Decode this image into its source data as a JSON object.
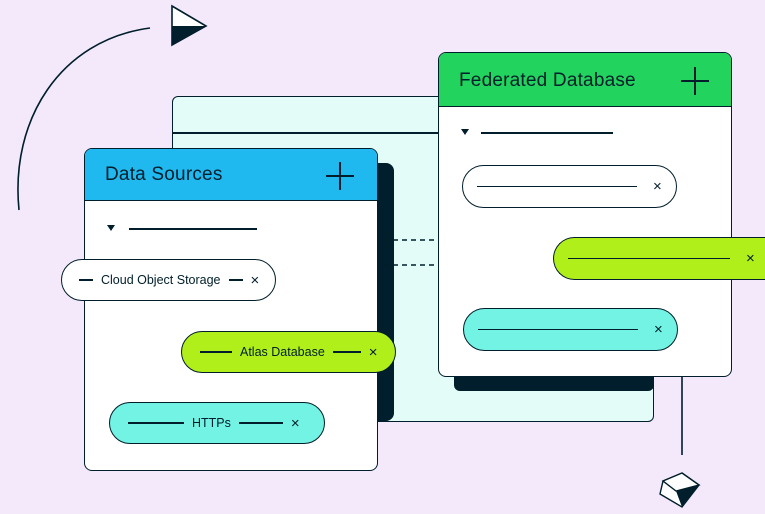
{
  "colors": {
    "background": "#f3e9fb",
    "ink": "#001e2b",
    "data_sources_header": "#20b9ef",
    "federated_header": "#22d45d",
    "pill_lime": "#b1ef1a",
    "pill_mint": "#73f3e3",
    "back_panel": "#e3fcf7"
  },
  "data_sources": {
    "title": "Data Sources",
    "add_icon": "plus-icon",
    "items": [
      {
        "label": "Cloud Object Storage",
        "style": "white"
      },
      {
        "label": "Atlas Database",
        "style": "lime"
      },
      {
        "label": "HTTPs",
        "style": "mint"
      }
    ]
  },
  "federated_database": {
    "title": "Federated Database",
    "add_icon": "plus-icon",
    "items": [
      {
        "label": "",
        "style": "white"
      },
      {
        "label": "",
        "style": "lime"
      },
      {
        "label": "",
        "style": "mint"
      }
    ]
  },
  "close_glyph": "×",
  "decorations": [
    "play-arrow-icon",
    "cube-icon",
    "arc-curve"
  ]
}
